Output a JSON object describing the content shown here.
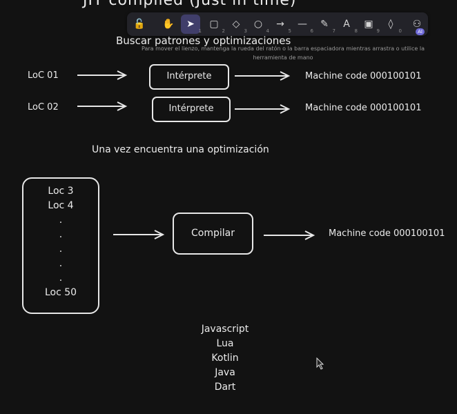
{
  "canvas": {
    "title": "JIT compiled (Just in time)",
    "heading1": "Buscar patrones y optimizaciones",
    "hint": "Para mover el lienzo, mantenga la rueda del ratón o la barra espaciadora mientras arrastra o utilice la herramienta de mano",
    "rows": [
      {
        "loc": "LoC 01",
        "box": "Intérprete",
        "output": "Machine code 000100101"
      },
      {
        "loc": "LoC 02",
        "box": "Intérprete",
        "output": "Machine code 000100101"
      }
    ],
    "heading2": "Una vez encuentra una optimización",
    "block": {
      "lines": [
        "Loc 3",
        "Loc 4",
        ".",
        ".",
        ".",
        ".",
        ".",
        "Loc 50"
      ],
      "compile_label": "Compilar",
      "output": "Machine code 000100101"
    },
    "languages": [
      "Javascript",
      "Lua",
      "Kotlin",
      "Java",
      "Dart"
    ]
  },
  "toolbar": {
    "tools": [
      {
        "icon": "lock-icon",
        "glyph": "🔓",
        "key": ""
      },
      {
        "icon": "hand-icon",
        "glyph": "✋",
        "key": ""
      },
      {
        "icon": "selection-icon",
        "glyph": "➤",
        "key": "1"
      },
      {
        "icon": "rectangle-icon",
        "glyph": "▢",
        "key": "2"
      },
      {
        "icon": "diamond-icon",
        "glyph": "◇",
        "key": "3"
      },
      {
        "icon": "ellipse-icon",
        "glyph": "○",
        "key": "4"
      },
      {
        "icon": "arrow-icon",
        "glyph": "→",
        "key": "5"
      },
      {
        "icon": "line-icon",
        "glyph": "—",
        "key": "6"
      },
      {
        "icon": "pencil-icon",
        "glyph": "✎",
        "key": "7"
      },
      {
        "icon": "text-icon",
        "glyph": "A",
        "key": "8"
      },
      {
        "icon": "image-icon",
        "glyph": "▣",
        "key": "9"
      },
      {
        "icon": "eraser-icon",
        "glyph": "◊",
        "key": "0"
      },
      {
        "icon": "more-tools-icon",
        "glyph": "⚇",
        "key": ""
      }
    ],
    "ai_badge": "AI",
    "active_tool": "selection-icon"
  }
}
